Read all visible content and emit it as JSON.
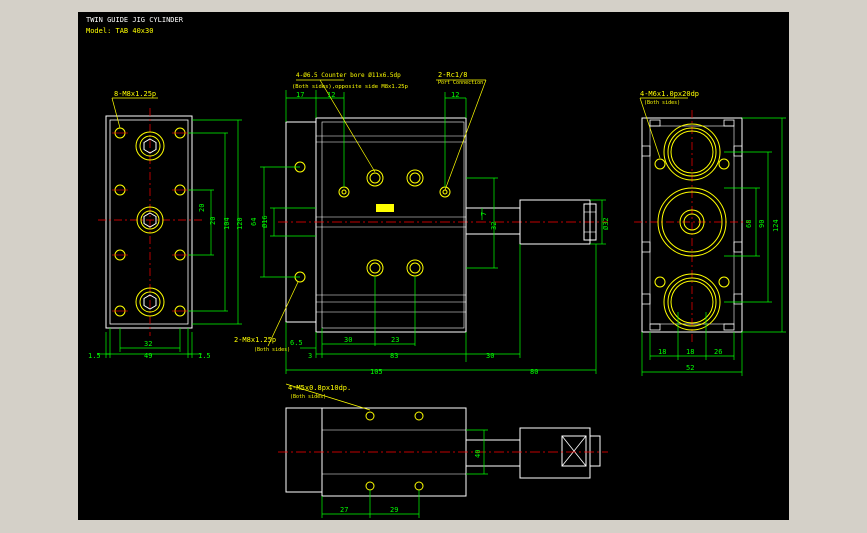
{
  "drawing": {
    "title": "TWIN GUIDE JIG CYLINDER",
    "model": "Model: TAB 40x30",
    "colors": {
      "background": "#000000",
      "outline": "#ffffff",
      "dimension": "#00ff00",
      "annotation": "#ffff00",
      "centerline": "#ff0000",
      "hole": "#ffff00",
      "frame_bg": "#d4d0c8"
    }
  },
  "notes": {
    "left_top_tap": "8-M8x1.25p",
    "left_bottom_tap": "2-M8x1.25p",
    "left_bottom_tap_sub": "(Both sides)",
    "front_counterbore": "4-Ø6.5  Counter bore Ø11x6.5dp",
    "front_counterbore_sub": "(Both sides),opposite side M8x1.25p",
    "front_port": "2-Rc1/8",
    "front_port_sub": "Port Connection",
    "right_tap": "4-M6x1.0px20dp",
    "right_tap_sub": "(Both sides)",
    "bottom_tap": "4-M5x0.8px10dp.",
    "bottom_tap_sub": "(Both sides)"
  },
  "dimensions": {
    "left_view": {
      "d20_upper": "20",
      "d104": "104",
      "d120": "120",
      "d20_lower": "20",
      "d32": "32",
      "d49": "49",
      "d1_5_left": "1.5",
      "d1_5_right": "1.5"
    },
    "front_view": {
      "d17": "17",
      "d12_left": "12",
      "d12_right": "12",
      "d64": "64",
      "d16": "Ø16",
      "d7": "7",
      "d32": "32",
      "d62": "Ø32",
      "d6_5": "6.5",
      "d3": "3",
      "d30_left": "30",
      "d23": "23",
      "d83": "83",
      "d30_right": "30",
      "d105": "105",
      "d80": "80"
    },
    "right_view": {
      "d68": "68",
      "d90": "90",
      "d124": "124",
      "d18_left": "18",
      "d18_right": "18",
      "d26": "26",
      "d52": "52"
    },
    "bottom_view": {
      "d40": "40",
      "d27": "27",
      "d29": "29"
    }
  }
}
